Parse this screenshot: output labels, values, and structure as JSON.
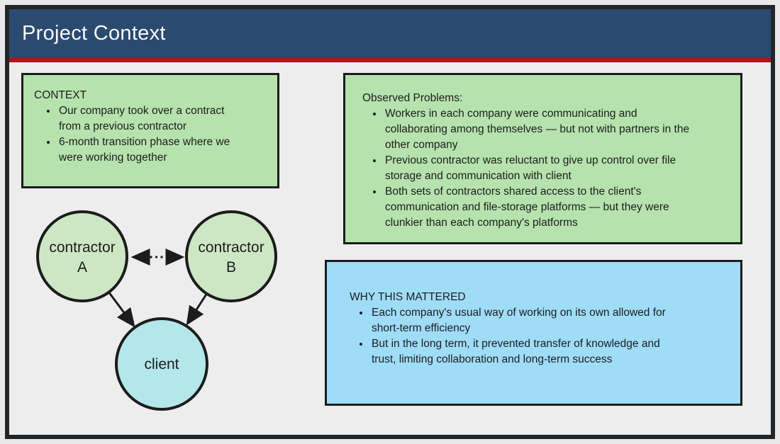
{
  "slide": {
    "title": "Project Context"
  },
  "colors": {
    "header_bg": "#2a4a70",
    "accent_red": "#b91111",
    "panel_green": "#b6e2ae",
    "panel_blue": "#9fdcf8",
    "node_green": "#cde7c4",
    "node_cyan": "#b3e7e9",
    "frame": "#232629",
    "canvas_bg": "#ededed",
    "text_dark": "#1d1d1d",
    "title_text": "#fafafa"
  },
  "context_panel": {
    "heading": "CONTEXT",
    "bullets": [
      "Our company took over a contract from a previous contractor",
      "6-month transition phase where we were working together"
    ]
  },
  "problems_panel": {
    "heading": "Observed Problems:",
    "bullets": [
      "Workers in each company were communicating and collaborating among themselves — but not with partners in the other company",
      "Previous contractor was reluctant to give up control over file storage and communication with client",
      "Both sets of contractors shared access to the client's communication and file-storage platforms — but they were clunkier than each company's platforms"
    ]
  },
  "why_panel": {
    "heading": "WHY THIS MATTERED",
    "bullets": [
      "Each company's usual way of working on its own allowed for short-term efficiency",
      "But in the long term, it prevented transfer of knowledge and trust, limiting collaboration and long-term success"
    ]
  },
  "diagram": {
    "contractor_a": {
      "line1": "contractor",
      "line2": "A"
    },
    "contractor_b": {
      "line1": "contractor",
      "line2": "B"
    },
    "client": {
      "label": "client"
    },
    "edges": [
      {
        "from": "contractor-a",
        "to": "contractor-b",
        "style": "dashed-double-arrow"
      },
      {
        "from": "contractor-a",
        "to": "client",
        "style": "solid-arrow"
      },
      {
        "from": "contractor-b",
        "to": "client",
        "style": "solid-arrow"
      }
    ]
  }
}
